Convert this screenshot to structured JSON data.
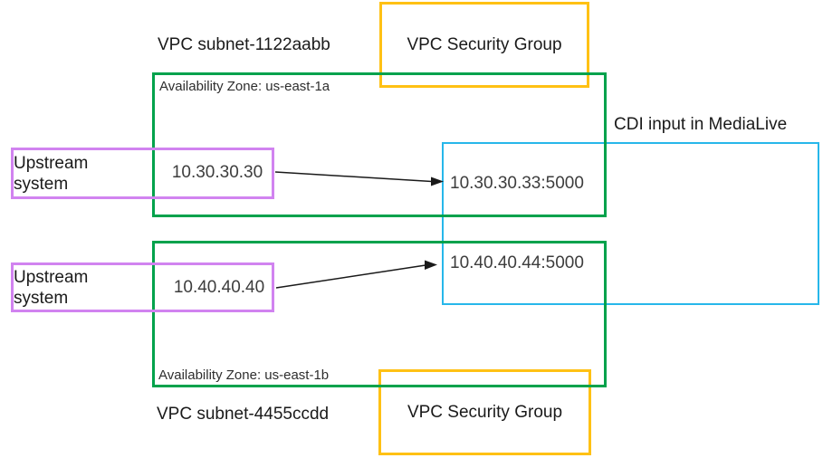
{
  "colors": {
    "subnet_border": "#00A24C",
    "security_group_border": "#FFC114",
    "upstream_border": "#D183F0",
    "cdi_border": "#27B7EA",
    "arrow": "#1A1A1A"
  },
  "subnet_top": {
    "title": "VPC subnet-1122aabb",
    "availability_zone": "Availability Zone: us-east-1a",
    "security_group_label": "VPC Security Group",
    "upstream": {
      "label": "Upstream system",
      "ip": "10.30.30.30"
    },
    "endpoint": "10.30.30.33:5000"
  },
  "subnet_bottom": {
    "title": "VPC subnet-4455ccdd",
    "availability_zone": "Availability Zone: us-east-1b",
    "security_group_label": "VPC Security Group",
    "upstream": {
      "label": "Upstream system",
      "ip": "10.40.40.40"
    },
    "endpoint": "10.40.40.44:5000"
  },
  "cdi": {
    "title": "CDI input in MediaLive"
  }
}
